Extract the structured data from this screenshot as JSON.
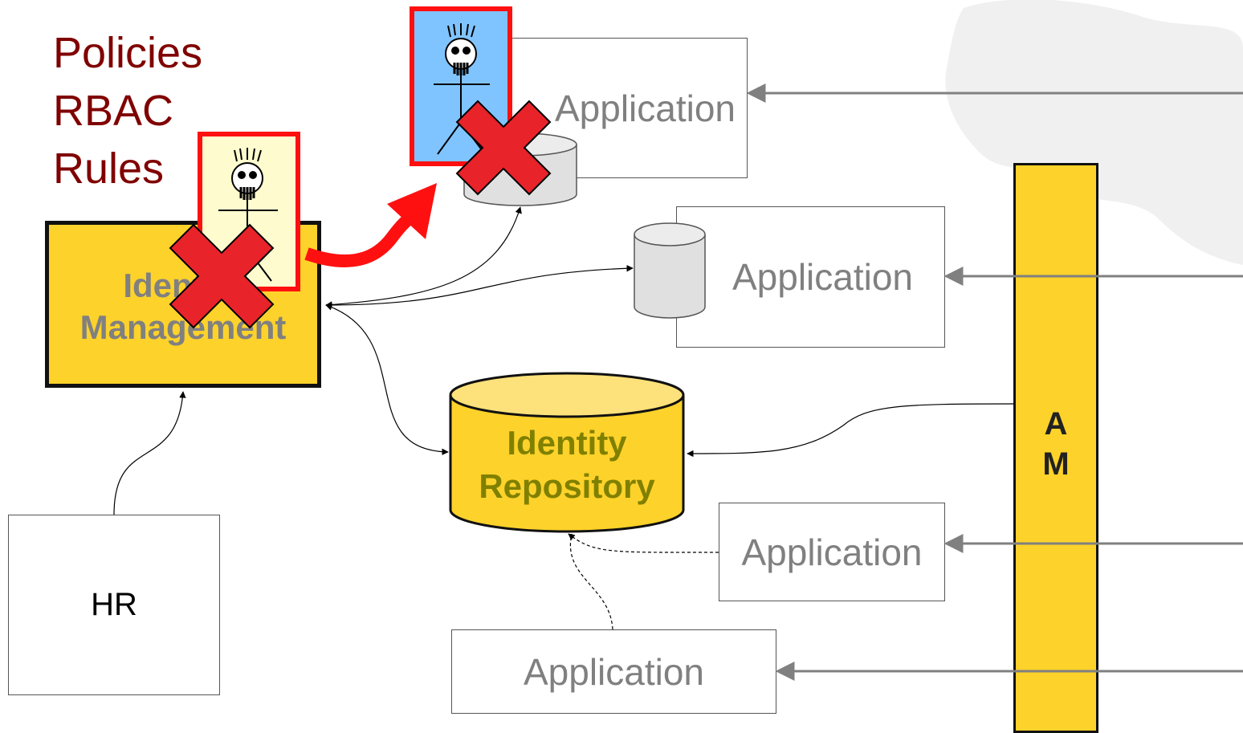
{
  "policies": {
    "line1": "Policies",
    "line2": "RBAC",
    "line3": "Rules"
  },
  "identity_management": {
    "line1": "Identity",
    "line2": "Management"
  },
  "identity_repository": {
    "line1": "Identity",
    "line2": "Repository"
  },
  "access_management": {
    "line1": "A",
    "line2": "M"
  },
  "hr": {
    "label": "HR"
  },
  "applications": {
    "app1": "Application",
    "app2": "Application",
    "app3": "Application",
    "app4": "Application"
  },
  "colors": {
    "policy_text": "#800000",
    "idm_fill": "#fdd22a",
    "repo_text": "#808000",
    "red_x": "#e8232a",
    "user_card_blue": "#80c4ff",
    "user_card_yellow": "#fefccf",
    "arrow_gray": "#808080"
  },
  "icons": [
    "skull-user-icon",
    "cross-icon",
    "database-icon",
    "red-arrow-icon"
  ]
}
